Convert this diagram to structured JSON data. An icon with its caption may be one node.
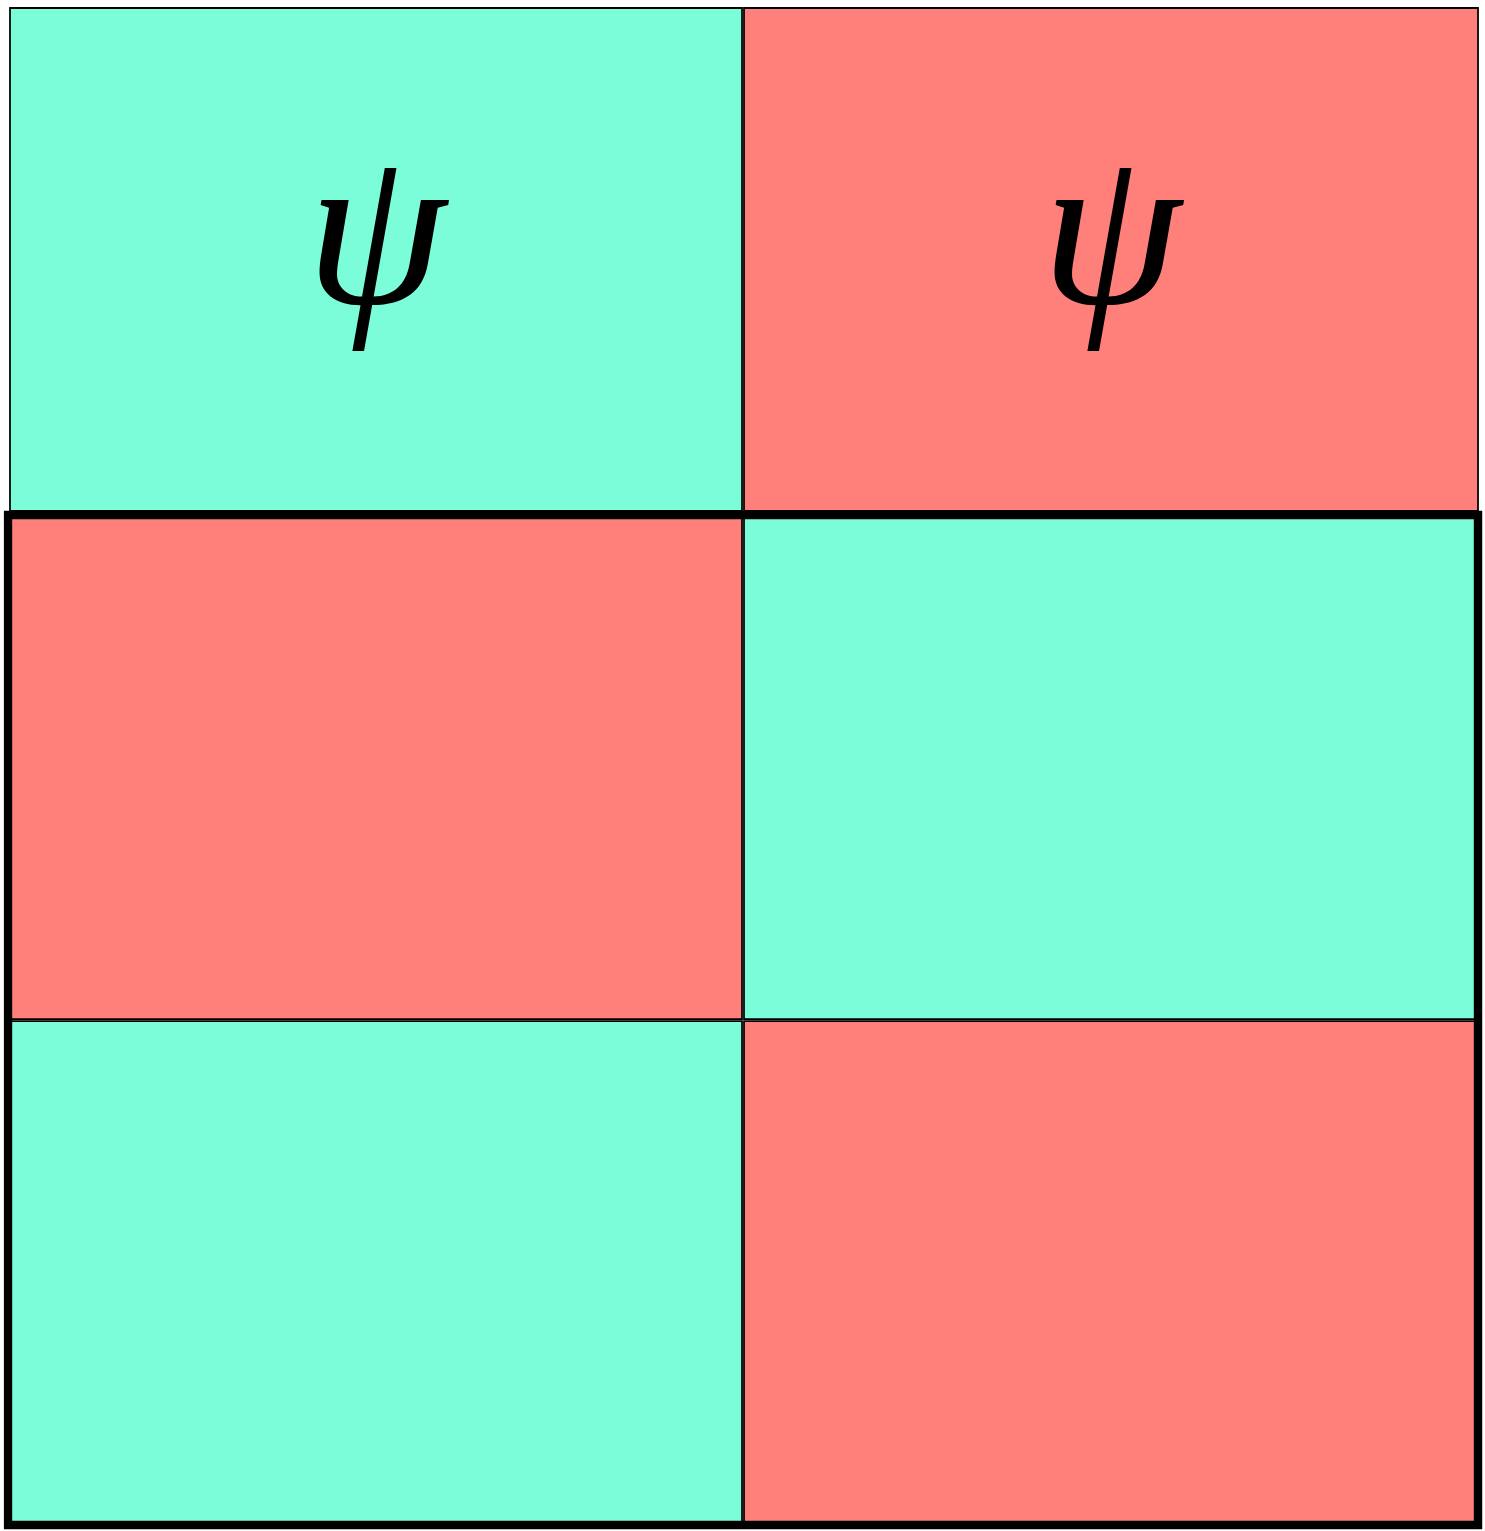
{
  "diagram": {
    "nodes": [
      {
        "text": [
          "ψ"
        ]
      },
      {
        "text": [
          "ψ"
        ]
      },
      {
        "text": [],
        "shape": "box"
      },
      {
        "text": [],
        "shape": "box",
        "in": 2
      },
      {
        "text": [],
        "shape": "box",
        "in": 2
      },
      {
        "text": [],
        "shape": "box",
        "in": 2
      },
      {
        "text": [],
        "shape": "box",
        "in": 2
      }
    ]
  }
}
